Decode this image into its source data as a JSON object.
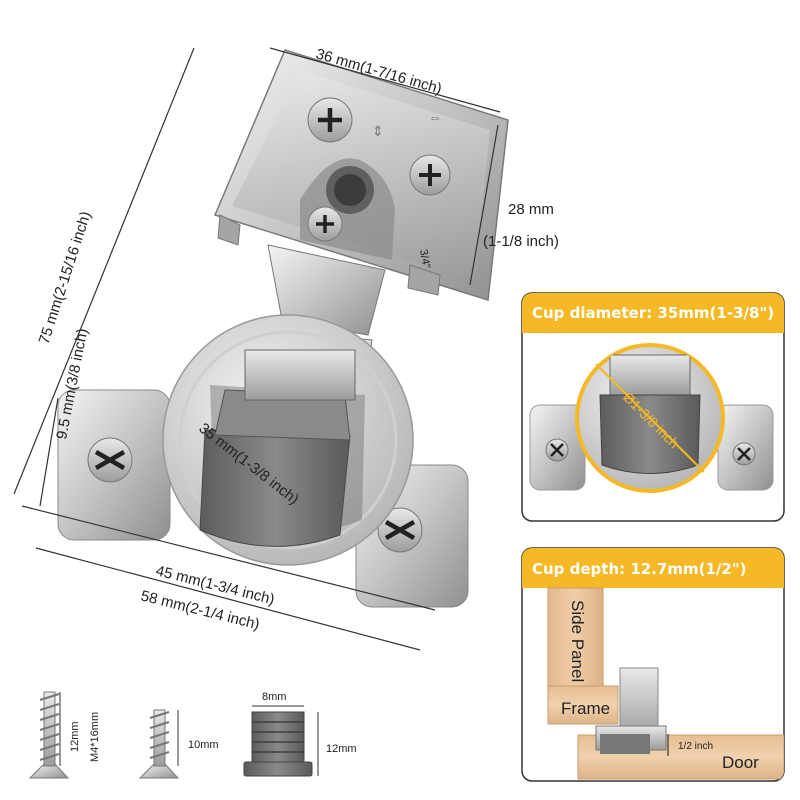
{
  "dimensions": {
    "top_width": "36 mm(1-7/16 inch)",
    "plate_height_mm": "28 mm",
    "plate_height_in": "(1-1/8 inch)",
    "total_length": "75 mm(2-15/16 inch)",
    "overlay": "9.5 mm(3/8 inch)",
    "cup_diameter": "35 mm(1-3/8 inch)",
    "base_width": "45 mm(1-3/4 inch)",
    "overall_width": "58 mm(2-1/4 inch)"
  },
  "plate_mark": "3/4\"",
  "callout_cup": {
    "title": "Cup diameter: 35mm(1-3/8\")",
    "annotation": "Ø1-3/8 inch"
  },
  "callout_depth": {
    "title": "Cup depth: 12.7mm(1/2\")",
    "side_panel": "Side Panel",
    "frame": "Frame",
    "door": "Door",
    "half_inch": "1/2 inch"
  },
  "screws": {
    "long_length": "12mm",
    "long_spec": "M4*16mm",
    "short_length": "10mm",
    "dowel_width": "8mm",
    "dowel_length": "12mm"
  },
  "colors": {
    "accent": "#f5b826",
    "metal": "#c9c9c9",
    "cup": "#6e6e6e",
    "wood": "#e8c39e"
  }
}
